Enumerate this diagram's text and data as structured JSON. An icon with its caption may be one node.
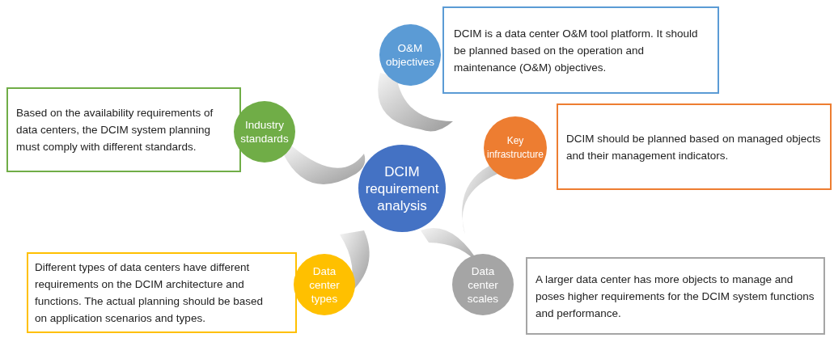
{
  "diagram": {
    "nodes": [
      {
        "text": [
          "O&M objectives"
        ]
      },
      {
        "text": [
          "DCIM is a data center O&M tool platform. It should be planned based on the operation and maintenance (O&M) objectives."
        ]
      },
      {
        "text": [
          "Based on the availability requirements of data centers, the DCIM system planning must comply with different standards."
        ]
      },
      {
        "text": [
          "Industry standards"
        ]
      },
      {
        "text": [
          "Key infrastructure"
        ]
      },
      {
        "text": [
          "DCIM should be planned based on managed objects and their management indicators."
        ]
      },
      {
        "text": [
          "DCIM requirement analysis"
        ]
      },
      {
        "text": [
          "Different types of data centers have different requirements on the DCIM architecture and functions. The actual planning should be based on application scenarios and types."
        ]
      },
      {
        "text": [
          "Data center types"
        ]
      },
      {
        "text": [
          "Data center scales"
        ]
      },
      {
        "text": [
          "A larger data center has more objects to manage and poses higher requirements for the DCIM system functions and performance."
        ]
      }
    ],
    "edges": []
  }
}
